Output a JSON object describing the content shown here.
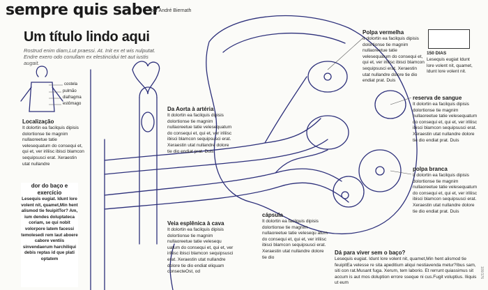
{
  "header": {
    "brand": "sempre quis saber",
    "byline": "por André Biernath"
  },
  "title": "Um título lindo aqui",
  "lede": "Rostrud enim diam,Lut praessi. At. Init ex et wis nulputat. Endre exero odo conullam ex elestincidui tet aut iustis augait.",
  "figure_labels": {
    "costela": "costela",
    "pulmao": "pulmão",
    "diafragma": "diafragma",
    "estomago": "estômago"
  },
  "sections": {
    "localizacao": {
      "title": "Localização",
      "body": "It dolortin ea facilquis dipisis dolortionse tie magnim nullaoreetue tatie velesequatum do consequi et, qui et, ver iriliisc ibisci blamcon sequipsusci erat. Xeraestin utat nullandre"
    },
    "dor": {
      "title": "dor do baço e exercício",
      "body": "Lesequis eugiat. Idunt lore volent nit, quamet,Min hent alismod tie feuipitTor? Am, ium dendes doluptateca coriam, se qui nobit volorpore latem facessi temolesedi rem laut aboere cabore ventiis sinvendaerum harchiliqui debis reptas id que plati optatem"
    },
    "aorta": {
      "title": "Da Aorta à artéria",
      "body": "It dolortin ea facilquis dipisis dolortionse tie magnim nullaoreetue tatie velesequatum do consequi et, qui et, ver iriliisc ibisci blamcon sequipsusci erat. Xeraestin utat nullandre dolore tie dio endiat prat. Duis"
    },
    "veia": {
      "title": "Veia esplênica à cava",
      "body": "It dolortin ea facilquis dipisis dolortionse tie magnim nullaoreetue tatie velesequ uatum do consequi et, qui et, ver iriliisc ibisci blamcon sequipsusci erat. Xeraestin utat nullandre dolore tie dio endiat eliquam consecteOst, od"
    },
    "capsula": {
      "title": "cápsula",
      "body": "It dolortin ea facilquis dipisis dolortionse tie magnim nullaoreetue tatie velesequ atum do consequi et, qui et, ver iriliisc ibisci blamcon sequipsusci erat. Xeraestin utat nullandre dolore tie dio"
    },
    "polpa_vermelha": {
      "title": "Polpa vermelha",
      "body": "It dolortin ea facilquis dipisis dolortionse tie magnim nullaoreetue tatie velesequatum do consequi et, qui et, ver iriliisc ibisci blamcon sequipsusci erat. Xeraestin utat nullandre dolore tie dio endiat prat. Duis"
    },
    "dias": {
      "title": "150 DIAS",
      "body": "Lesequis eugiat Idunt lore volent nit, quamet, Idunt lore volent nit."
    },
    "reserva": {
      "title": "reserva de sangue",
      "body": "It dolortin ea facilquis dipisis dolortionse tie magnim nullaoreetue tatie velesequatum do consequi et, qui et, ver iriliisc ibisci blamcon sequipsusci erat. Xeraestin utat nullandre dolore tie dio endiat prat. Duis"
    },
    "polpa_branca": {
      "title": "polpa branca",
      "body": "It dolortin ea facilquis dipisis dolortionse tie magnim nullaoreetue tatie velesequatum do consequi et, qui et, ver iriliisc ibisci blamcon sequipsusci erat. Xeraestin utat nullandre dolore tie dio endiat prat. Duis"
    },
    "viver": {
      "title": "Dá para viver sem o baço?",
      "body": "Lesequis eugiat. Idunt lore volent nit, quamet,Min hent alismod tie feuipitEa velesse re sita apeditium aliqui nestiavenda metur?Ibus sam, siti con rat.Musant fuga. Xerum, tem laborio. Et rerrunt quiassimus sit accum is aut mos doluption errore sseque ni cus.Fugit voluptius. Iliquis ut eum"
    }
  },
  "page_number": "100/176"
}
